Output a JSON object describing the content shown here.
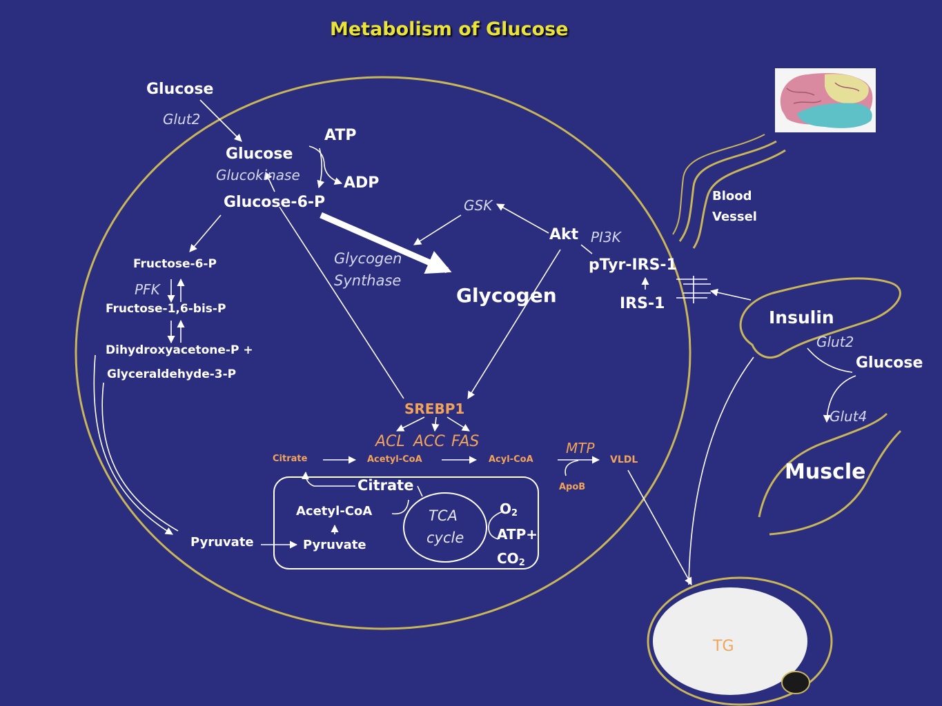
{
  "title": "Metabolism of Glucose",
  "colors": {
    "background": "#2b2d7e",
    "title": "#e9e33a",
    "cell_outline": "#c9b65b",
    "enzyme_orange": "#f2a45a",
    "text": "#ffffff"
  },
  "labels": {
    "glucose_outside": "Glucose",
    "glut2_in": "Glut2",
    "glucose_inside": "Glucose",
    "glucokinase": "Glucokinase",
    "atp": "ATP",
    "adp": "ADP",
    "g6p": "Glucose-6-P",
    "f6p": "Fructose-6-P",
    "pfk": "PFK",
    "f16bp": "Fructose-1,6-bis-P",
    "dhap": "Dihydroxyacetone-P +",
    "g3p": "Glyceraldehyde-3-P",
    "gsk": "GSK",
    "akt": "Akt",
    "pi3k": "PI3K",
    "ptyr_irs1": "pTyr-IRS-1",
    "irs1": "IRS-1",
    "glycogen_synthase_1": "Glycogen",
    "glycogen_synthase_2": "Synthase",
    "glycogen": "Glycogen",
    "srebp1": "SREBP1",
    "acl": "ACL",
    "acc": "ACC",
    "fas": "FAS",
    "citrate_small": "Citrate",
    "acetyl_coa_small": "Acetyl-CoA",
    "acyl_coa": "Acyl-CoA",
    "mtp": "MTP",
    "vldl": "VLDL",
    "apob": "ApoB",
    "citrate_mito": "Citrate",
    "acetyl_coa_mito": "Acetyl-CoA",
    "tca_1": "TCA",
    "tca_2": "cycle",
    "o2": "O",
    "o2_sub": "2",
    "atp_plus": "ATP+",
    "co2": "CO",
    "co2_sub": "2",
    "pyruvate_cyto": "Pyruvate",
    "pyruvate_mito": "Pyruvate",
    "blood_1": "Blood",
    "blood_2": "Vessel",
    "insulin": "Insulin",
    "glut2_pancreas": "Glut2",
    "glucose_right": "Glucose",
    "glut4": "Glut4",
    "muscle": "Muscle",
    "tg": "TG"
  }
}
